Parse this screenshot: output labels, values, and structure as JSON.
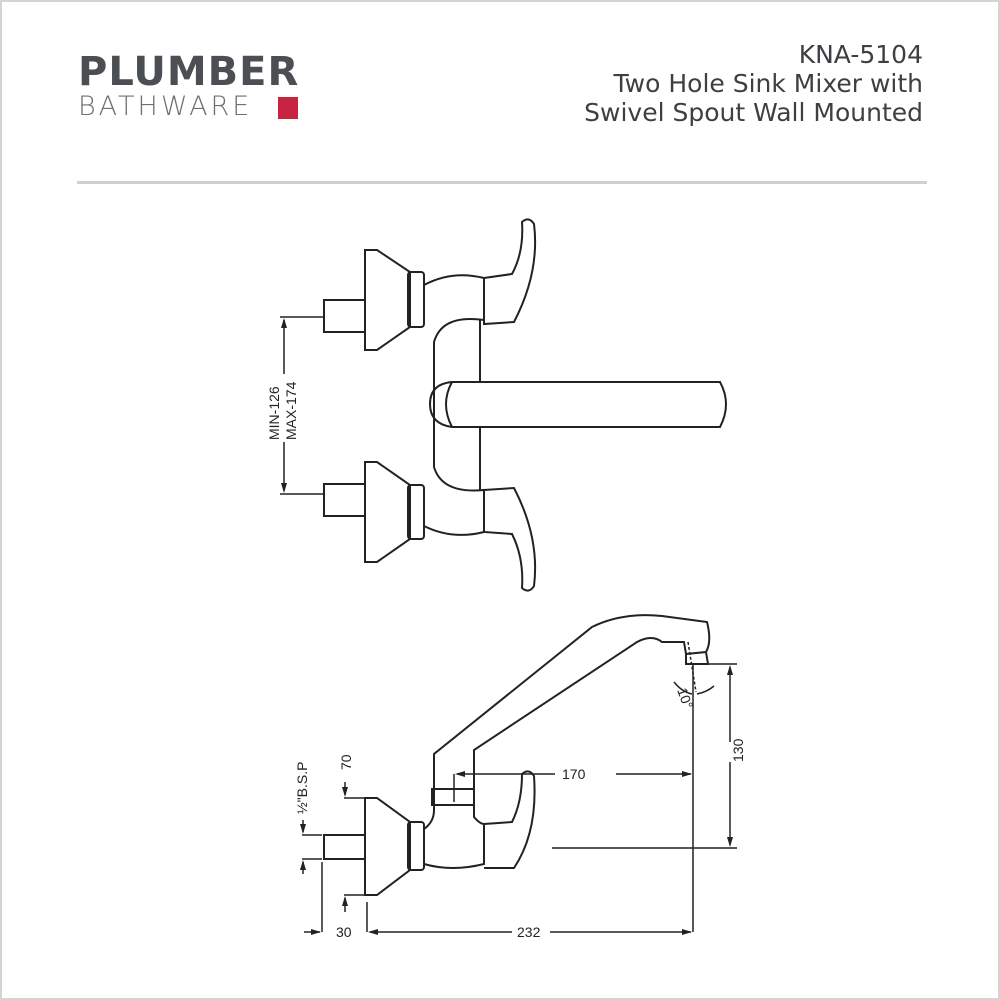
{
  "brand": {
    "line1": "PLUMBER",
    "line2": "BATHWARE",
    "accent_color": "#c8233f"
  },
  "product": {
    "code": "KNA-5104",
    "title_line1": "Two Hole Sink Mixer with",
    "title_line2": "Swivel Spout Wall Mounted"
  },
  "dimensions": {
    "min": "MIN-126",
    "max": "MAX-174",
    "angle": "10°",
    "height": "130",
    "reach": "170",
    "thread": "½\"B.S.P",
    "offset_top": "70",
    "offset_bottom": "30",
    "projection": "232"
  }
}
